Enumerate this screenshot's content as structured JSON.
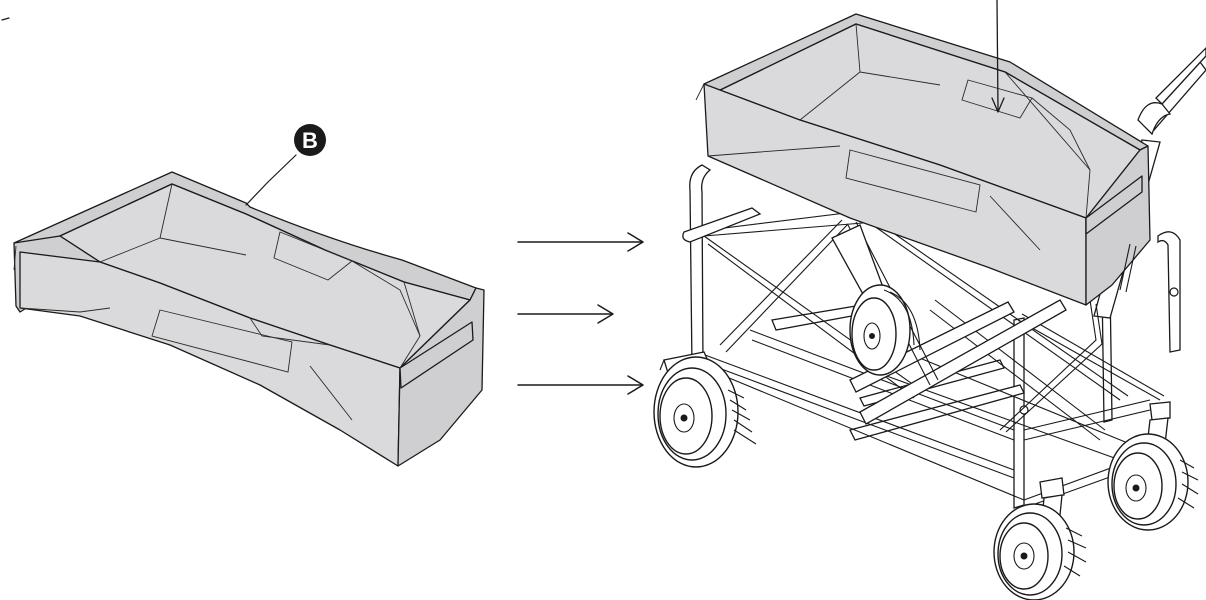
{
  "figure": {
    "callout": {
      "label": "B",
      "badge_color": "#1a1a1a",
      "label_color": "#ffffff"
    },
    "parts": [
      "fabric-basket",
      "arrow",
      "folding-wagon-frame"
    ],
    "arrow_count": 3,
    "colors": {
      "fabric": "#dadadd",
      "line": "#1a1a1a",
      "background": "#ffffff"
    }
  }
}
